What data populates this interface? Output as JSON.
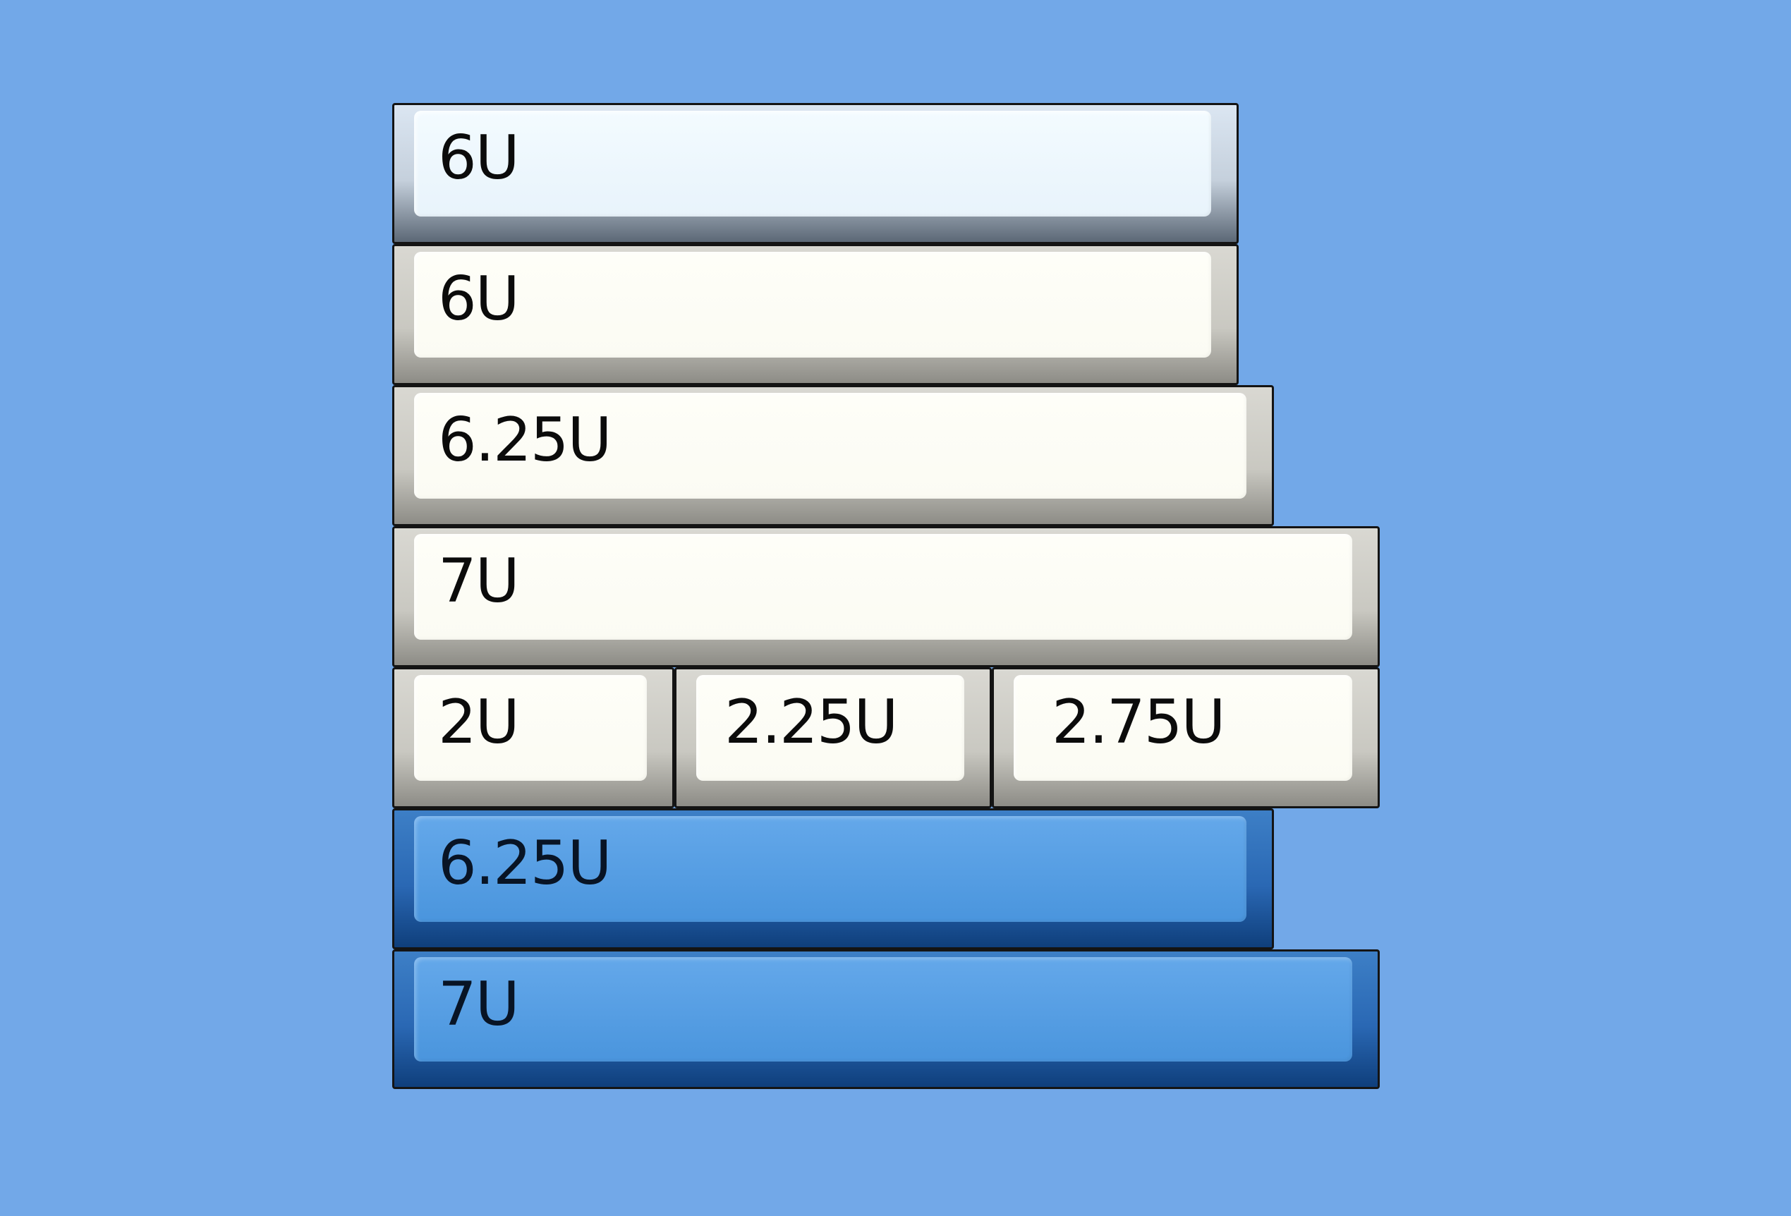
{
  "colors": {
    "background": "#72a8e8",
    "frost_keycap": "#f3fbff",
    "cream_keycap": "#fefef8",
    "blue_keycap": "#4a95dd",
    "outline": "#141414"
  },
  "keys": [
    {
      "label": "6U",
      "theme": "frost"
    },
    {
      "label": "6U",
      "theme": "cream"
    },
    {
      "label": "6.25U",
      "theme": "cream"
    },
    {
      "label": "7U",
      "theme": "cream"
    },
    {
      "label": "2U",
      "theme": "cream"
    },
    {
      "label": "2.25U",
      "theme": "cream"
    },
    {
      "label": "2.75U",
      "theme": "cream"
    },
    {
      "label": "6.25U",
      "theme": "blue"
    },
    {
      "label": "7U",
      "theme": "blue"
    }
  ]
}
